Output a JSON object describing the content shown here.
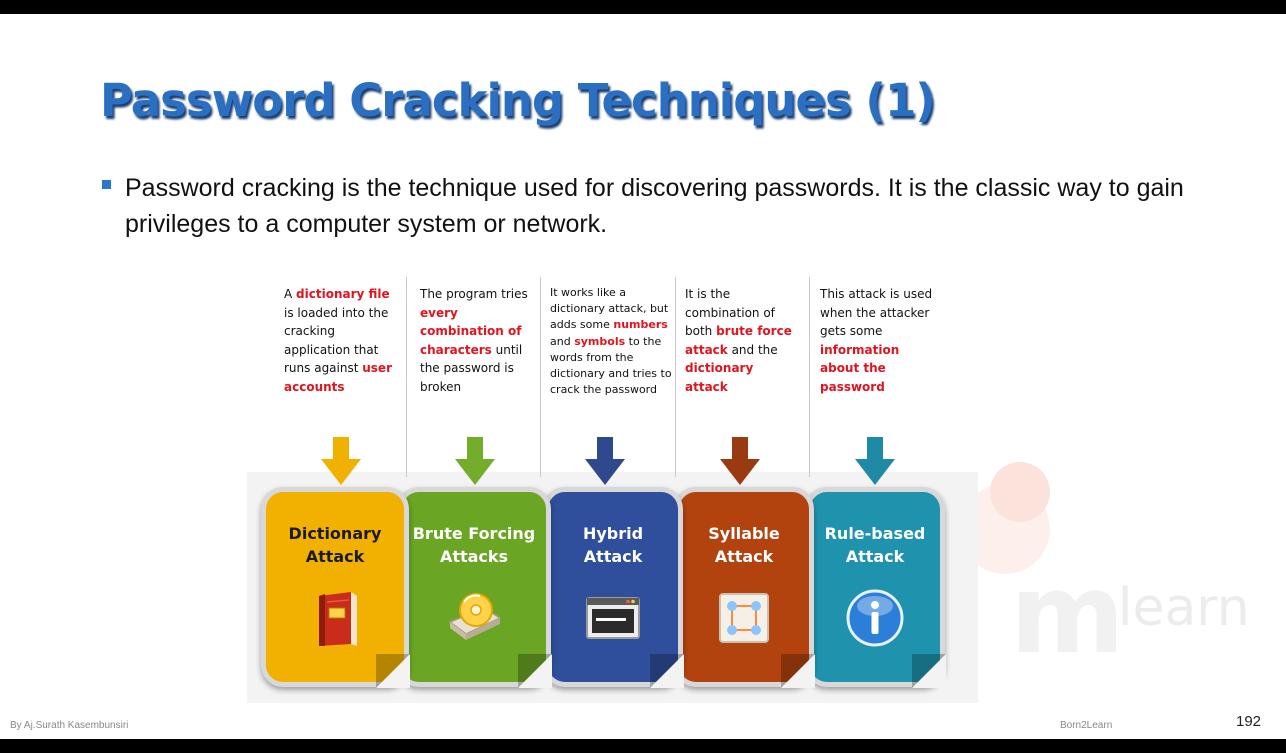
{
  "slide": {
    "title": "Password Cracking Techniques (1)",
    "bullet": "Password cracking is the technique used for discovering passwords. It is the classic way to gain privileges to a computer system or network.",
    "footer_left": "By Aj.Surath Kasembunsiri",
    "footer_mid": "Born2Learn",
    "page_number": "192"
  },
  "watermark": {
    "text": "learn"
  },
  "diagram": {
    "columns": [
      {
        "card_label_1": "Dictionary",
        "card_label_2": "Attack",
        "card_color": "#f2b100",
        "arrow_color": "#f2b100",
        "icon": "book-icon",
        "desc": [
          {
            "t": "A ",
            "r": false
          },
          {
            "t": "dictionary file",
            "r": true
          },
          {
            "t": " is loaded into the cracking application that runs against ",
            "r": false
          },
          {
            "t": "user accounts",
            "r": true
          }
        ]
      },
      {
        "card_label_1": "Brute Forcing",
        "card_label_2": "Attacks",
        "card_color": "#6aa524",
        "arrow_color": "#74ad2a",
        "icon": "disc-drive-icon",
        "desc": [
          {
            "t": "The program tries ",
            "r": false
          },
          {
            "t": "every combination of characters",
            "r": true
          },
          {
            "t": " until the password is broken",
            "r": false
          }
        ]
      },
      {
        "card_label_1": "Hybrid",
        "card_label_2": "Attack",
        "card_color": "#2f4f9c",
        "arrow_color": "#2f4a8c",
        "icon": "window-icon",
        "desc": [
          {
            "t": "It works like a dictionary attack, but adds some ",
            "r": false
          },
          {
            "t": "numbers",
            "r": true
          },
          {
            "t": " and ",
            "r": false
          },
          {
            "t": "symbols",
            "r": true
          },
          {
            "t": " to the words from the dictionary and tries to crack the password",
            "r": false
          }
        ]
      },
      {
        "card_label_1": "Syllable",
        "card_label_2": "Attack",
        "card_color": "#b2430e",
        "arrow_color": "#9a3a10",
        "icon": "network-icon",
        "desc": [
          {
            "t": "It is the combination of both ",
            "r": false
          },
          {
            "t": "brute force attack",
            "r": true
          },
          {
            "t": " and the ",
            "r": false
          },
          {
            "t": "dictionary attack",
            "r": true
          }
        ]
      },
      {
        "card_label_1": "Rule-based",
        "card_label_2": "Attack",
        "card_color": "#1f93ad",
        "arrow_color": "#1f8aa5",
        "icon": "info-icon",
        "desc": [
          {
            "t": "This attack is used when the attacker gets some ",
            "r": false
          },
          {
            "t": "information about the password",
            "r": true
          }
        ]
      }
    ]
  }
}
